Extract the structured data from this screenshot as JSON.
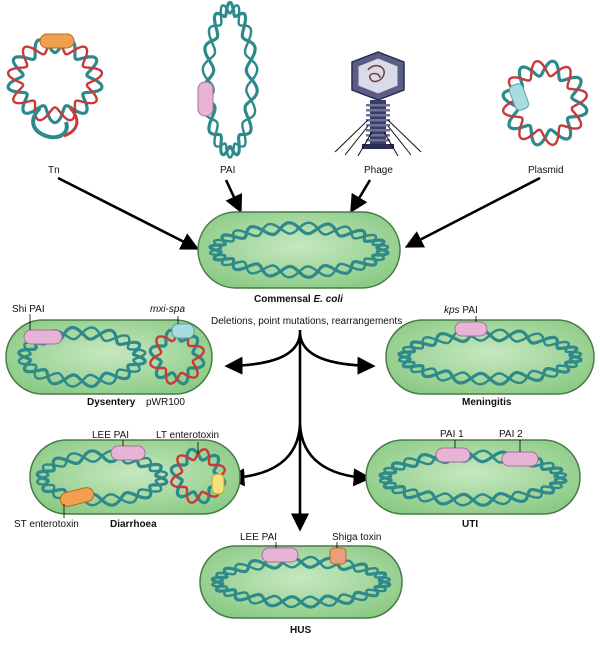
{
  "sources": {
    "tn": "Tn",
    "pai": "PAI",
    "phage": "Phage",
    "plasmid": "Plasmid"
  },
  "commensal": {
    "prefix": "Commensal ",
    "species": "E. coli"
  },
  "mechanisms": "Deletions, point mutations, rearrangements",
  "dysentery": {
    "title": "Dysentery",
    "shi_pai": "Shi PAI",
    "mxi_spa": "mxi-spa",
    "pwr100": "pWR100"
  },
  "meningitis": {
    "title": "Meningitis",
    "kps": "kps",
    "pai_suffix": " PAI"
  },
  "diarrhoea": {
    "title": "Diarrhoea",
    "lee_pai": "LEE PAI",
    "lt_enterotoxin": "LT enterotoxin",
    "st_enterotoxin": "ST enterotoxin"
  },
  "uti": {
    "title": "UTI",
    "pai1": "PAI 1",
    "pai2": "PAI 2"
  },
  "hus": {
    "title": "HUS",
    "lee_pai": "LEE PAI",
    "shiga_toxin": "Shiga toxin"
  },
  "colors": {
    "cell_fill": "#9fd49a",
    "cell_stroke": "#4a7a48",
    "dna_teal": "#2e8a8a",
    "dna_red": "#c83a3a",
    "gene_pink": "#e8b4d6",
    "gene_orange": "#f0a050",
    "gene_blue": "#a8dde0",
    "gene_yellow": "#f4e27a",
    "gene_salmon": "#e8a07a"
  }
}
